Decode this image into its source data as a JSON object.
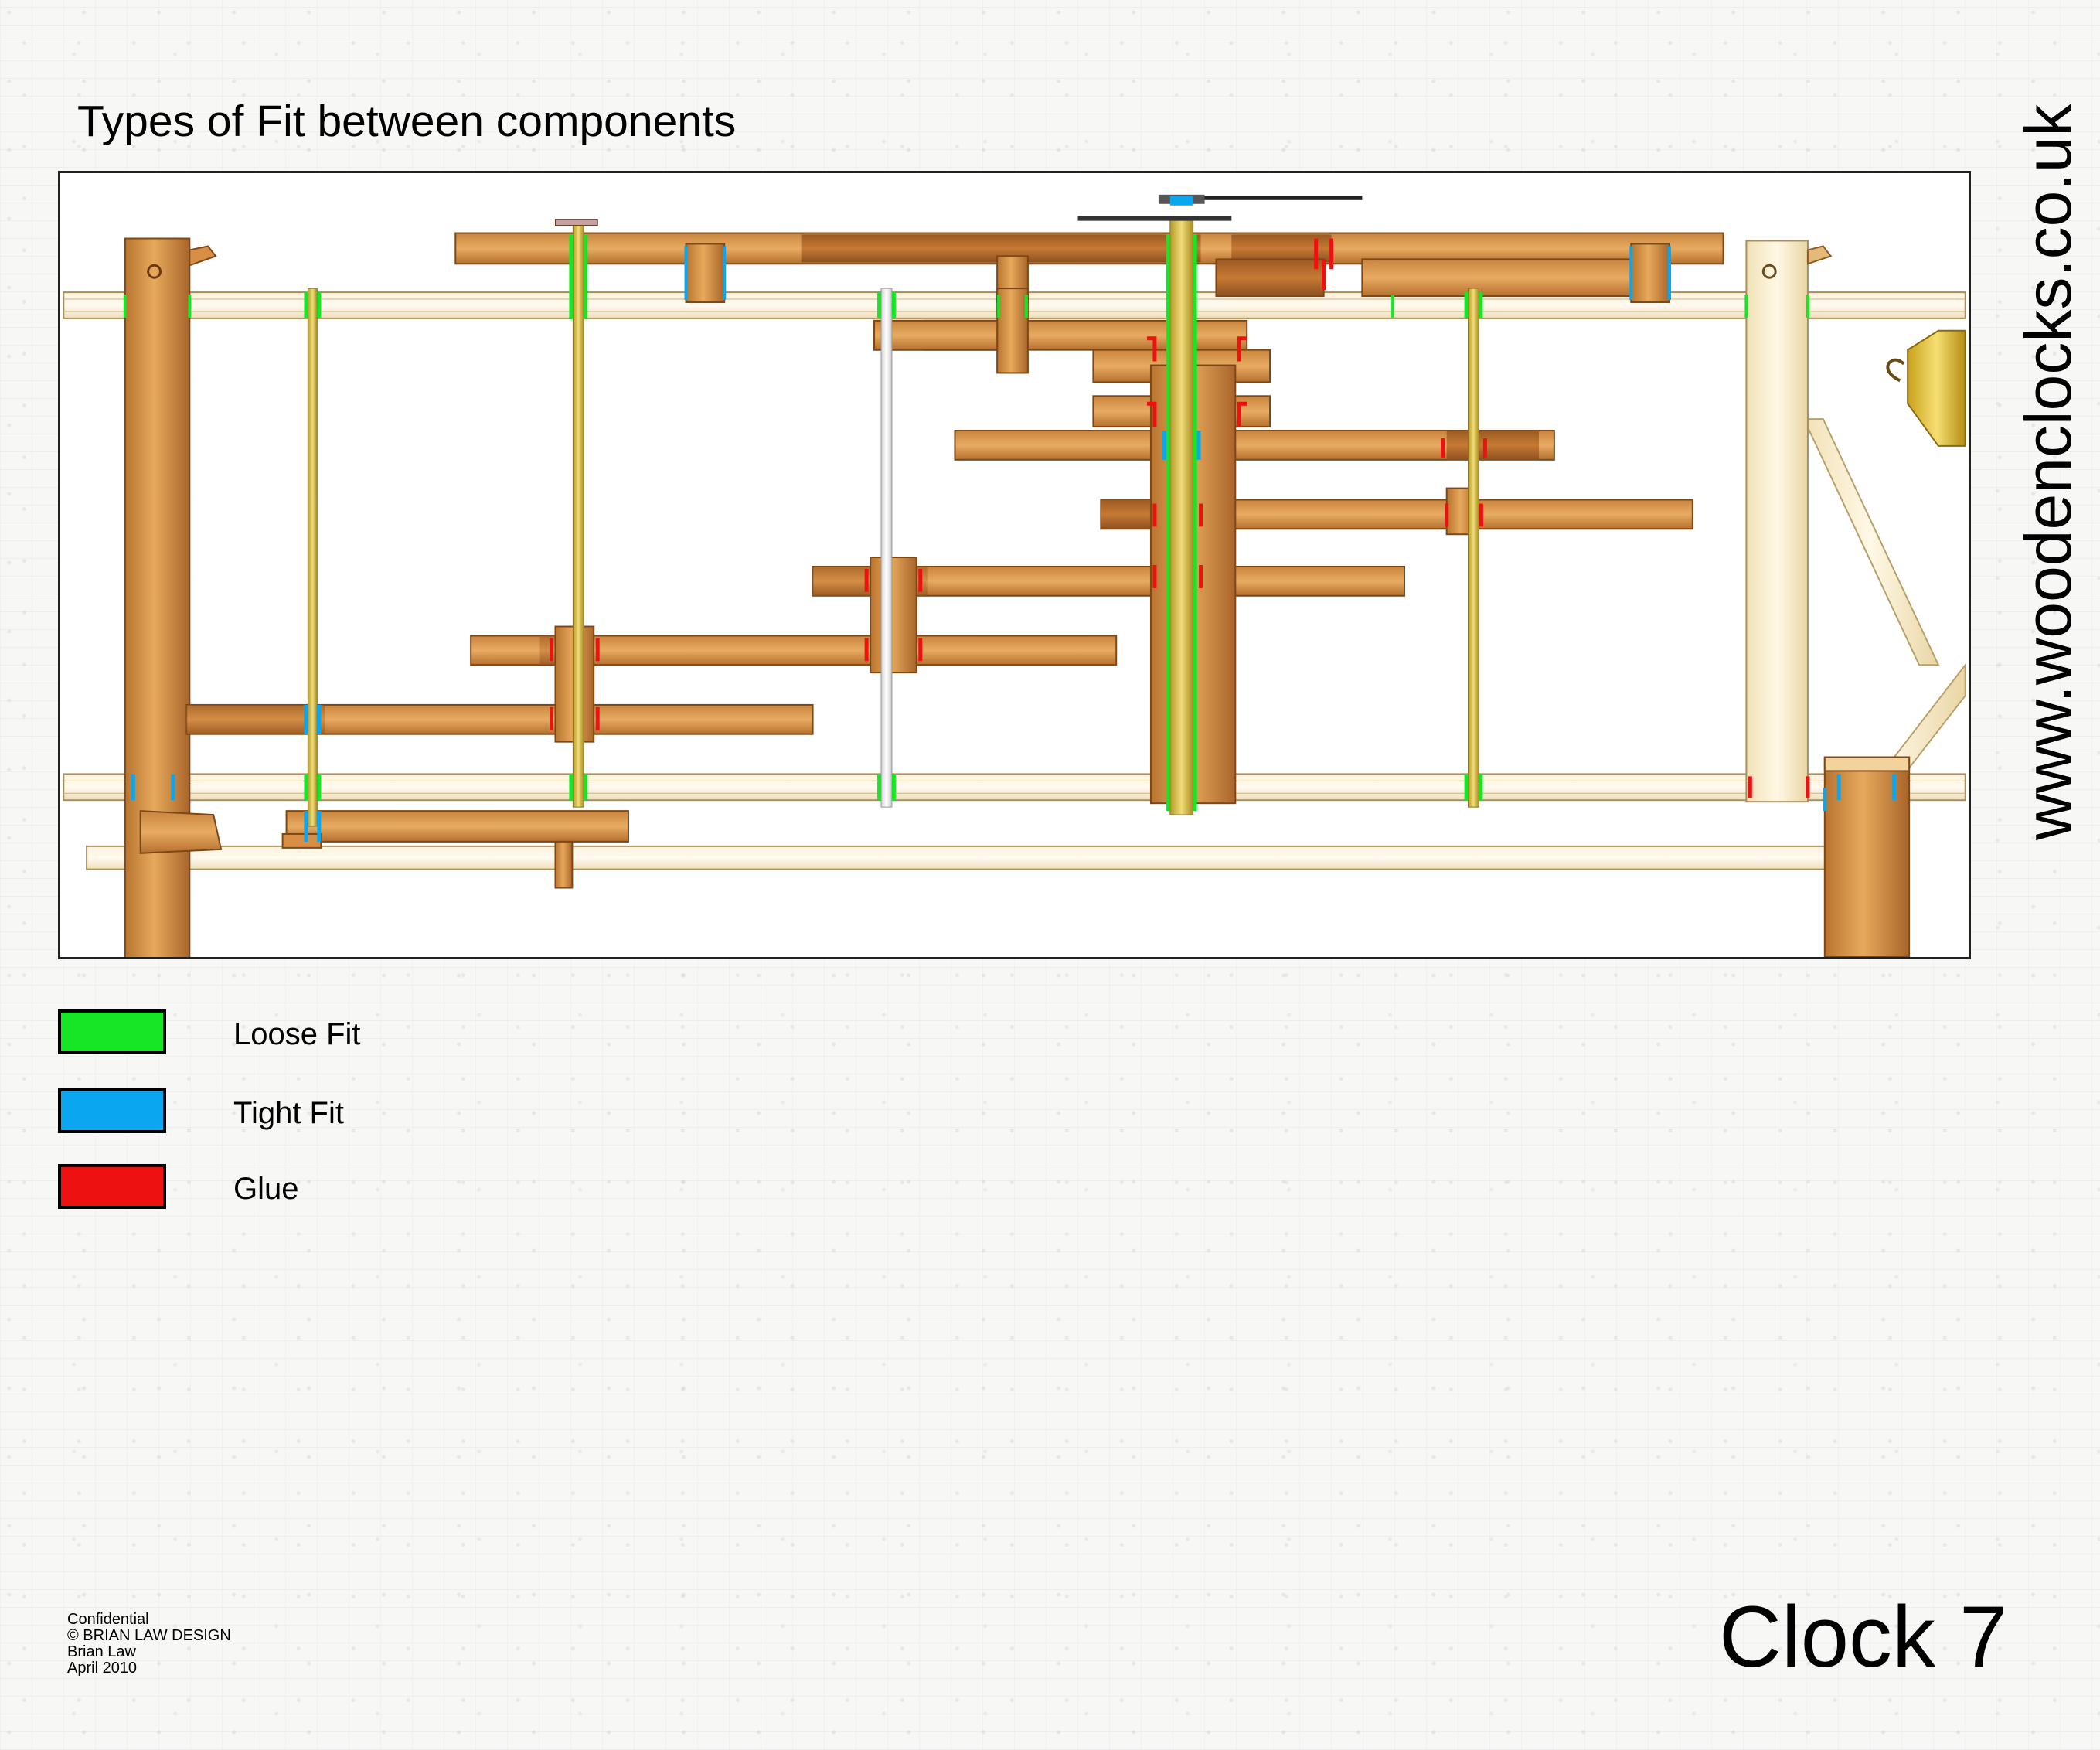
{
  "title": "Types of Fit between components",
  "legend": [
    {
      "label": "Loose Fit",
      "color": "#16e626"
    },
    {
      "label": "Tight Fit",
      "color": "#0aa6f0"
    },
    {
      "label": "Glue",
      "color": "#ee1111"
    }
  ],
  "website": "www.woodenclocks.co.uk",
  "credits": [
    "Confidential",
    "© BRIAN LAW DESIGN",
    "Brian Law",
    "April 2010"
  ],
  "clock_name": "Clock 7",
  "colors": {
    "wood_light": "#f4e6c2",
    "wood_dark": "#b9722d",
    "wood_mid": "#d69149",
    "shaft_brass": "#d8b940",
    "frame_border": "#222222"
  }
}
